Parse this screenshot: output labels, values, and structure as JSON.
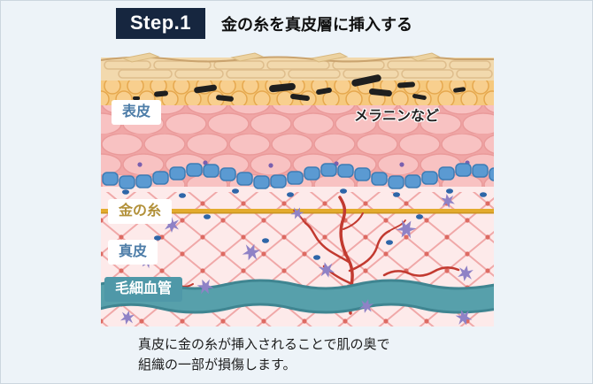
{
  "header": {
    "step": "Step.1",
    "title": "金の糸を真皮層に挿入する"
  },
  "illustration": {
    "labels": {
      "epidermis": "表皮",
      "melanin": "メラニンなど",
      "gold_thread": "金の糸",
      "dermis": "真皮",
      "capillary": "毛細血管"
    }
  },
  "caption": {
    "line1": "真皮に金の糸が挿入されることで肌の奥で",
    "line2": "組織の一部が損傷します。"
  },
  "colors": {
    "background": "#edf3f8",
    "step_badge_bg": "#16263f",
    "label_blue": "#4d7da8",
    "gold_thread": "#e3ab2d",
    "gold_text": "#b2913a",
    "capillary_teal": "#4f98a8",
    "dermis_pink": "#fdeaea",
    "vessel_red": "#c23a30"
  }
}
